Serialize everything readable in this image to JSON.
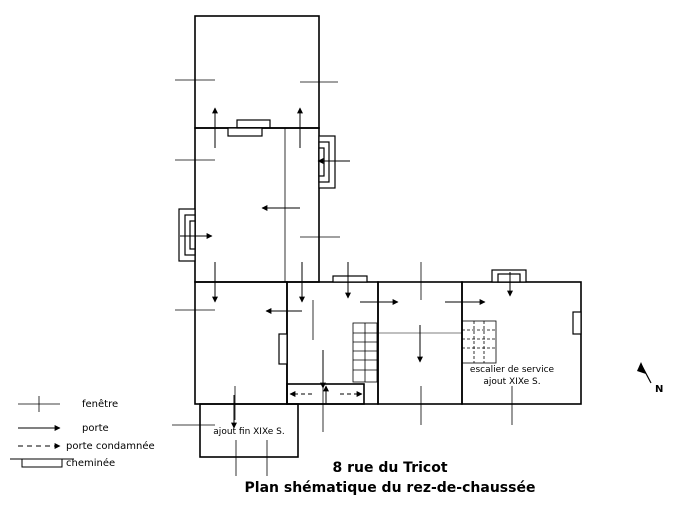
{
  "legend": {
    "fenetre": "fenêtre",
    "porte": "porte",
    "porte_condamnee": "porte condamnée",
    "cheminee": "cheminée"
  },
  "annotations": {
    "escalier_line1": "escalier de service",
    "escalier_line2": "ajout XIXe S.",
    "annex": "ajout fin XIXe S.",
    "north": "N"
  },
  "caption": {
    "line1": "8 rue du Tricot",
    "line2": "Plan shématique du rez-de-chaussée"
  }
}
